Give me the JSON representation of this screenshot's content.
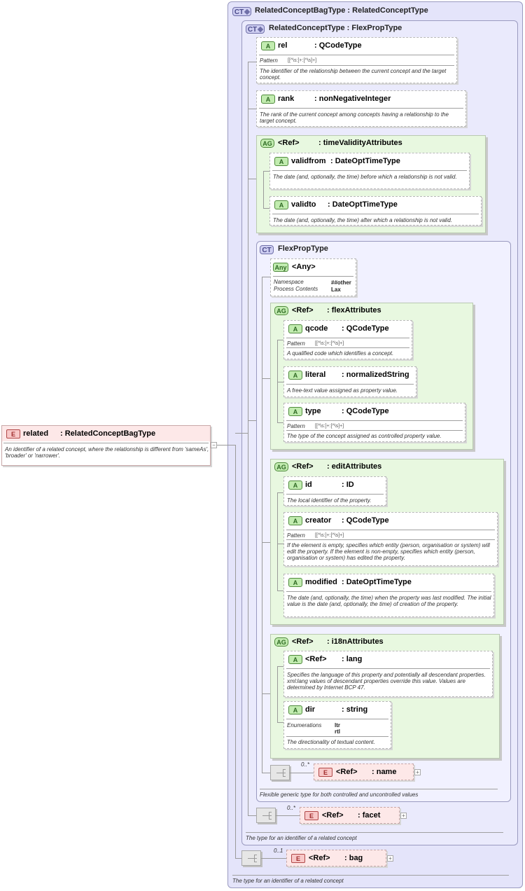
{
  "root": {
    "badge": "E",
    "name": "related",
    "type": ": RelatedConceptBagType",
    "description": "An identifier of a related concept, where the relationship is different from 'sameAs', 'broader' or 'narrower'."
  },
  "ct_outer": {
    "badge": "CT",
    "title": "RelatedConceptBagType : RelatedConceptType",
    "description": "The type for an identifier of a related concept"
  },
  "ct_related": {
    "badge": "CT",
    "title": "RelatedConceptType : FlexPropType",
    "description": "The type for an identifier of a related concept"
  },
  "ct_flex": {
    "badge": "CT",
    "title": "FlexPropType",
    "description": "Flexible generic type for both controlled and uncontrolled values"
  },
  "attr_rel": {
    "badge": "A",
    "name": "rel",
    "type": ": QCodeType",
    "pattern_label": "Pattern",
    "pattern": "[[^\\s:]+:[^\\s]+]",
    "description": "The identifier of the relationship between the current concept and the target concept."
  },
  "attr_rank": {
    "badge": "A",
    "name": "rank",
    "type": ": nonNegativeInteger",
    "description": "The rank of the current concept among concepts having a relationship to the target concept."
  },
  "ag_time": {
    "badge": "AG",
    "ref": "<Ref>",
    "name": ": timeValidityAttributes"
  },
  "attr_validfrom": {
    "badge": "A",
    "name": "validfrom",
    "type": ": DateOptTimeType",
    "description": "The date (and, optionally, the time) before which a relationship is not valid."
  },
  "attr_validto": {
    "badge": "A",
    "name": "validto",
    "type": ": DateOptTimeType",
    "description": "The date (and, optionally, the time) after which a relationship is not valid."
  },
  "any": {
    "badge": "Any",
    "name": "<Any>",
    "ns_label": "Namespace",
    "ns_value": "##other",
    "pc_label": "Process Contents",
    "pc_value": "Lax"
  },
  "ag_flex": {
    "badge": "AG",
    "ref": "<Ref>",
    "name": ": flexAttributes"
  },
  "attr_qcode": {
    "badge": "A",
    "name": "qcode",
    "type": ": QCodeType",
    "pattern_label": "Pattern",
    "pattern": "[[^\\s:]+:[^\\s]+]",
    "description": "A qualified code which identifies a concept."
  },
  "attr_literal": {
    "badge": "A",
    "name": "literal",
    "type": ": normalizedString",
    "description": "A free-text value assigned as property value."
  },
  "attr_type": {
    "badge": "A",
    "name": "type",
    "type": ": QCodeType",
    "pattern_label": "Pattern",
    "pattern": "[[^\\s:]+:[^\\s]+]",
    "description": "The type of the concept assigned as controlled property value."
  },
  "ag_edit": {
    "badge": "AG",
    "ref": "<Ref>",
    "name": ": editAttributes"
  },
  "attr_id": {
    "badge": "A",
    "name": "id",
    "type": ": ID",
    "description": "The local identifier of the property."
  },
  "attr_creator": {
    "badge": "A",
    "name": "creator",
    "type": ": QCodeType",
    "pattern_label": "Pattern",
    "pattern": "[[^\\s:]+:[^\\s]+]",
    "description": "If the element is empty, specifies which entity (person, organisation or system) will edit the property. If the element is non-empty, specifies which entity (person, organisation or system) has edited the property."
  },
  "attr_modified": {
    "badge": "A",
    "name": "modified",
    "type": ": DateOptTimeType",
    "description": "The date (and, optionally, the time) when the property was last modified. The initial value is the date (and, optionally, the time) of creation of the property."
  },
  "ag_i18n": {
    "badge": "AG",
    "ref": "<Ref>",
    "name": ": i18nAttributes"
  },
  "attr_lang": {
    "badge": "A",
    "ref": "<Ref>",
    "name": ": lang",
    "description": "Specifies the language of this property and potentially all descendant properties. xml:lang values of descendant properties override this value. Values are determined by Internet BCP 47."
  },
  "attr_dir": {
    "badge": "A",
    "name": "dir",
    "type": ": string",
    "enum_label": "Enumerations",
    "enum_1": "ltr",
    "enum_2": "rtl",
    "description": "The directionality of textual content."
  },
  "el_name": {
    "badge": "E",
    "ref": "<Ref>",
    "name": ": name",
    "card": "0..*"
  },
  "el_facet": {
    "badge": "E",
    "ref": "<Ref>",
    "name": ": facet",
    "card": "0..*"
  },
  "el_bag": {
    "badge": "E",
    "ref": "<Ref>",
    "name": ": bag",
    "card": "0..1"
  }
}
